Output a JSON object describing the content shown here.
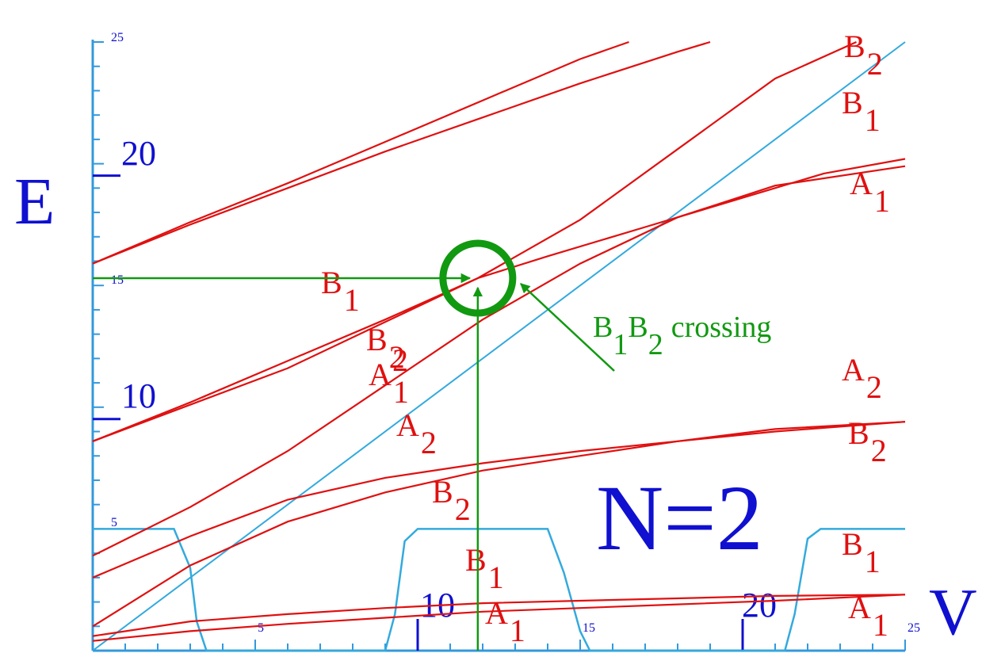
{
  "chart_data": {
    "type": "line",
    "xlabel": "V",
    "ylabel": "E",
    "xlim": [
      0,
      25
    ],
    "ylim": [
      0,
      25
    ],
    "axis_ticks_small": {
      "x": [
        "5",
        "15",
        "25"
      ],
      "y": [
        "5",
        "15",
        "25"
      ]
    },
    "axis_ticks_large": {
      "x": [
        "10",
        "20"
      ],
      "y": [
        "10",
        "20"
      ]
    },
    "big_label": "N=2",
    "series": [
      {
        "values": [
          [
            0,
            15.9
          ],
          [
            3,
            17.6
          ],
          [
            6,
            19.2
          ],
          [
            9,
            20.9
          ],
          [
            12,
            22.6
          ],
          [
            15,
            24.3
          ],
          [
            16.5,
            25
          ]
        ]
      },
      {
        "values": [
          [
            0,
            15.9
          ],
          [
            3,
            17.5
          ],
          [
            6,
            19.0
          ],
          [
            9,
            20.5
          ],
          [
            12,
            21.9
          ],
          [
            15,
            23.3
          ],
          [
            18,
            24.6
          ],
          [
            19,
            25
          ]
        ]
      },
      {
        "values": [
          [
            0,
            8.6
          ],
          [
            3,
            10.2
          ],
          [
            6,
            11.9
          ],
          [
            9,
            13.6
          ],
          [
            11.85,
            15.3
          ],
          [
            15,
            17.7
          ],
          [
            18,
            20.6
          ],
          [
            21,
            23.5
          ],
          [
            23.5,
            25
          ]
        ]
      },
      {
        "values": [
          [
            0,
            8.6
          ],
          [
            3,
            10.1
          ],
          [
            6,
            11.6
          ],
          [
            9,
            13.5
          ],
          [
            11.85,
            15.3
          ],
          [
            14,
            16.2
          ],
          [
            17,
            17.4
          ],
          [
            20,
            18.6
          ],
          [
            22.5,
            19.6
          ],
          [
            25,
            20.2
          ]
        ]
      },
      {
        "values": [
          [
            0,
            3.9
          ],
          [
            3,
            5.9
          ],
          [
            6,
            8.2
          ],
          [
            9,
            10.9
          ],
          [
            12,
            13.6
          ],
          [
            15,
            15.9
          ],
          [
            18,
            17.8
          ],
          [
            21,
            19.1
          ],
          [
            25,
            19.9
          ]
        ]
      },
      {
        "values": [
          [
            0,
            3.0
          ],
          [
            3,
            4.7
          ],
          [
            6,
            6.2
          ],
          [
            9,
            7.1
          ],
          [
            12,
            7.7
          ],
          [
            15,
            8.2
          ],
          [
            18,
            8.6
          ],
          [
            21,
            9.0
          ],
          [
            25,
            9.4
          ]
        ]
      },
      {
        "values": [
          [
            0,
            1.0
          ],
          [
            3,
            3.5
          ],
          [
            6,
            5.3
          ],
          [
            9,
            6.5
          ],
          [
            12,
            7.4
          ],
          [
            15,
            8.0
          ],
          [
            18,
            8.6
          ],
          [
            21,
            9.1
          ],
          [
            25,
            9.4
          ]
        ]
      },
      {
        "values": [
          [
            0,
            0.6
          ],
          [
            3,
            1.2
          ],
          [
            6,
            1.5
          ],
          [
            9,
            1.75
          ],
          [
            12,
            1.95
          ],
          [
            15,
            2.05
          ],
          [
            18,
            2.15
          ],
          [
            21,
            2.25
          ],
          [
            25,
            2.3
          ]
        ]
      },
      {
        "values": [
          [
            0,
            0.4
          ],
          [
            3,
            0.8
          ],
          [
            6,
            1.1
          ],
          [
            9,
            1.35
          ],
          [
            12,
            1.6
          ],
          [
            15,
            1.75
          ],
          [
            18,
            1.9
          ],
          [
            21,
            2.05
          ],
          [
            25,
            2.3
          ]
        ]
      }
    ],
    "diagonal_line": [
      [
        0,
        0
      ],
      [
        25,
        25
      ]
    ],
    "pulse_curve": [
      [
        0,
        5
      ],
      [
        1.5,
        5
      ],
      [
        2.5,
        5
      ],
      [
        3,
        3.4
      ],
      [
        3.2,
        1.2
      ],
      [
        3.5,
        0
      ],
      [
        9,
        0
      ],
      [
        9.3,
        1.5
      ],
      [
        9.6,
        4.5
      ],
      [
        10,
        5
      ],
      [
        13,
        5
      ],
      [
        14,
        5
      ],
      [
        14.5,
        3.2
      ],
      [
        15,
        0.8
      ],
      [
        15.3,
        0
      ],
      [
        21.3,
        0
      ],
      [
        21.6,
        1.5
      ],
      [
        22,
        4.6
      ],
      [
        22.4,
        5
      ],
      [
        25,
        5
      ]
    ],
    "series_labels": [
      {
        "text": "B",
        "sub": "2",
        "sup": false
      },
      {
        "text": "B",
        "sub": "1",
        "sup": false
      },
      {
        "text": "A",
        "sub": "1",
        "sup": false
      },
      {
        "text": "B",
        "sub": "1",
        "sup": false
      },
      {
        "text": "B",
        "sub": "2",
        "sup": false
      },
      {
        "text": "A",
        "sub": "1",
        "sup": false
      },
      {
        "text": "A",
        "sub": "2",
        "sup": false
      },
      {
        "text": "B",
        "sub": "2",
        "sup": false
      },
      {
        "text": "A",
        "sub": "2",
        "sup": false
      },
      {
        "text": "B",
        "sub": "2",
        "sup": false
      },
      {
        "text": "B",
        "sub": "1",
        "sup": false
      },
      {
        "text": "A",
        "sub": "1",
        "sup": false
      },
      {
        "text": "B",
        "sub": "1",
        "sup": false
      },
      {
        "text": "A",
        "sub": "1",
        "sup": false
      }
    ],
    "marker_superscript": "2",
    "annotation": {
      "text_B": "B",
      "sub1": "1",
      "text_B2": "B",
      "sub2": "2",
      "suffix": "crossing",
      "point": [
        11.85,
        15.3
      ]
    },
    "colors": {
      "series": "#e01010",
      "axis": "#3399dd",
      "axis_text": "#1010d0",
      "diagonal": "#33aadd",
      "annotation": "#119911"
    }
  }
}
